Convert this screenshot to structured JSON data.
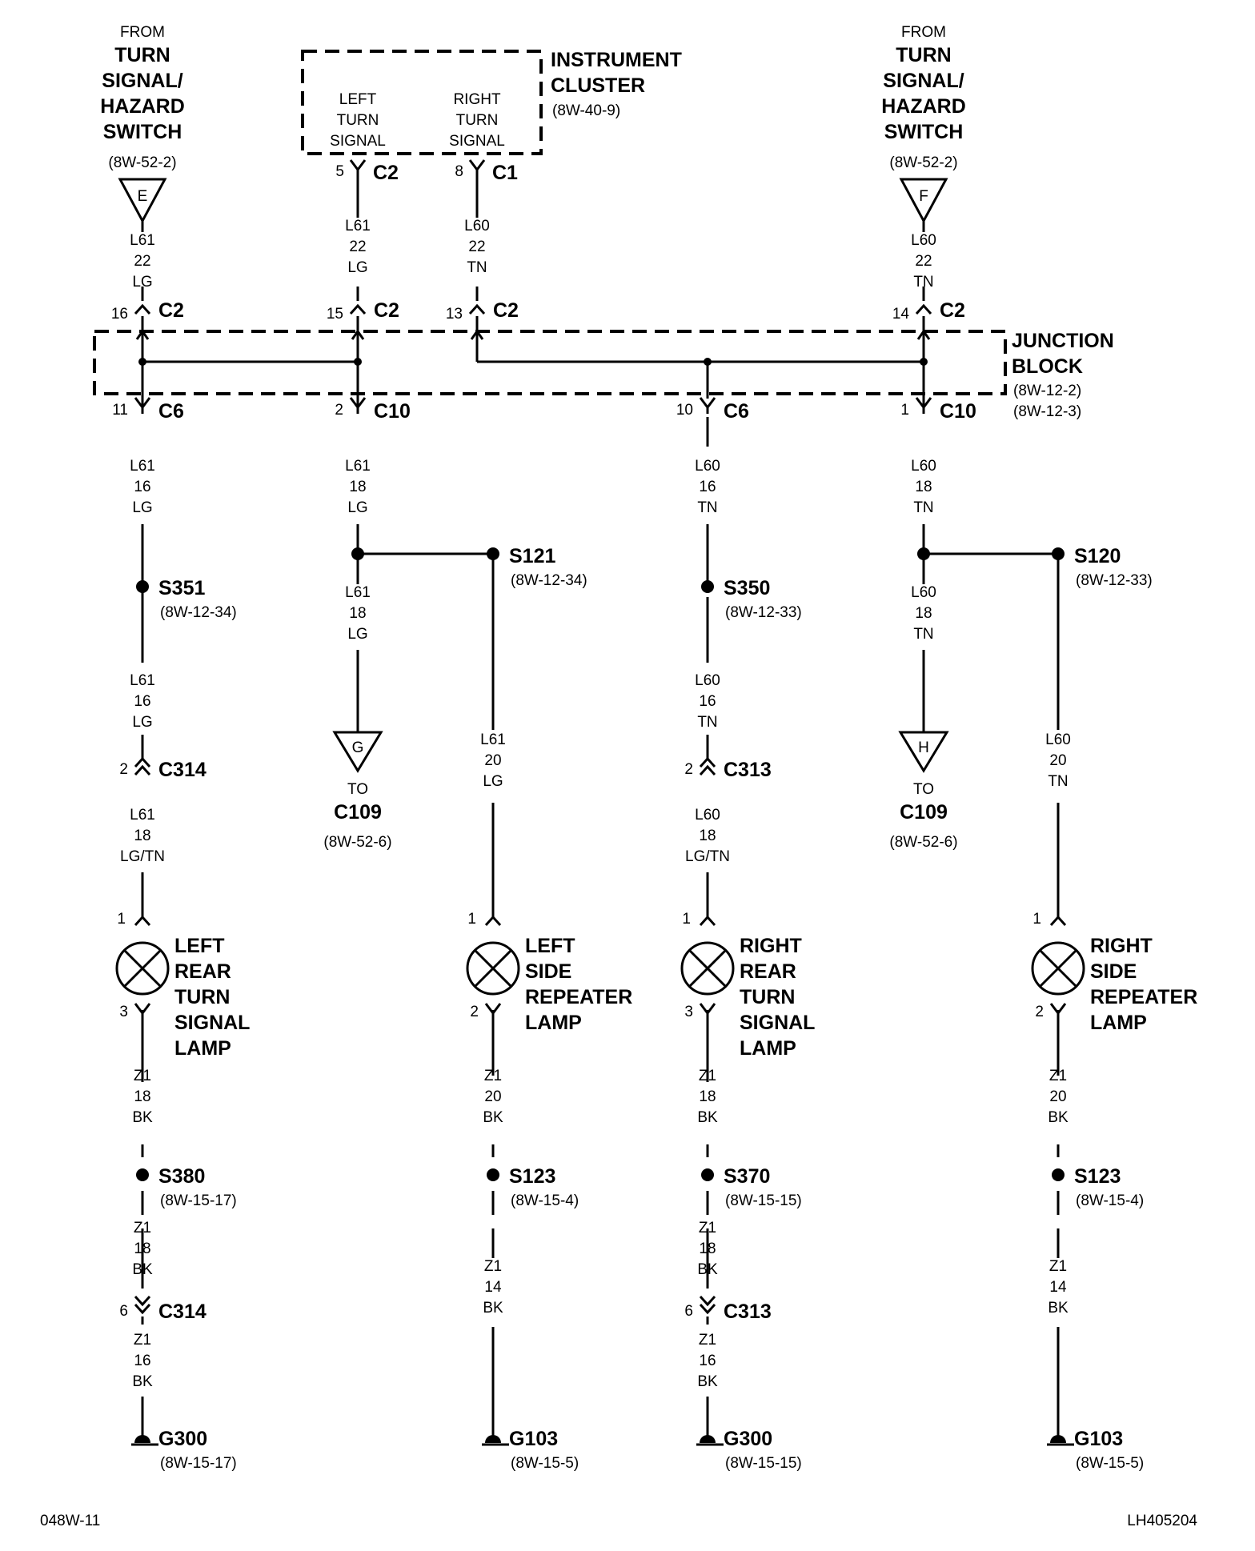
{
  "diagram": {
    "from_label": "FROM",
    "to_label": "TO",
    "page_code": "048W-11",
    "drawing_code": "LH405204",
    "switches": [
      {
        "name": [
          "TURN",
          "SIGNAL/",
          "HAZARD",
          "SWITCH"
        ],
        "ref": "(8W-52-2)",
        "letter": "E"
      },
      {
        "name": [
          "TURN",
          "SIGNAL/",
          "HAZARD",
          "SWITCH"
        ],
        "ref": "(8W-52-2)",
        "letter": "F"
      }
    ],
    "cluster": {
      "name": [
        "INSTRUMENT",
        "CLUSTER"
      ],
      "ref": "(8W-40-9)",
      "left": [
        "LEFT",
        "TURN",
        "SIGNAL"
      ],
      "right": [
        "RIGHT",
        "TURN",
        "SIGNAL"
      ],
      "left_pin": "5",
      "left_conn": "C2",
      "right_pin": "8",
      "right_conn": "C1"
    },
    "junction": {
      "name": [
        "JUNCTION",
        "BLOCK"
      ],
      "refs": [
        "(8W-12-2)",
        "(8W-12-3)"
      ],
      "top_pins": [
        {
          "pin": "16",
          "conn": "C2"
        },
        {
          "pin": "15",
          "conn": "C2"
        },
        {
          "pin": "13",
          "conn": "C2"
        },
        {
          "pin": "14",
          "conn": "C2"
        }
      ],
      "bottom_pins": [
        {
          "pin": "11",
          "conn": "C6"
        },
        {
          "pin": "2",
          "conn": "C10"
        },
        {
          "pin": "10",
          "conn": "C6"
        },
        {
          "pin": "1",
          "conn": "C10"
        }
      ]
    },
    "wires": {
      "w_e": [
        "L61",
        "22",
        "LG"
      ],
      "w_cl": [
        "L61",
        "22",
        "LG"
      ],
      "w_cr": [
        "L60",
        "22",
        "TN"
      ],
      "w_f": [
        "L60",
        "22",
        "TN"
      ],
      "w_a1": [
        "L61",
        "16",
        "LG"
      ],
      "w_a2": [
        "L61",
        "16",
        "LG"
      ],
      "w_a3": [
        "L61",
        "18",
        "LG/TN"
      ],
      "w_a4": [
        "Z1",
        "18",
        "BK"
      ],
      "w_a5": [
        "Z1",
        "18",
        "BK"
      ],
      "w_a6": [
        "Z1",
        "16",
        "BK"
      ],
      "w_b1": [
        "L61",
        "18",
        "LG"
      ],
      "w_b2": [
        "L61",
        "18",
        "LG"
      ],
      "w_c1": [
        "L61",
        "20",
        "LG"
      ],
      "w_c2": [
        "Z1",
        "20",
        "BK"
      ],
      "w_c3": [
        "Z1",
        "14",
        "BK"
      ],
      "w_d1": [
        "L60",
        "16",
        "TN"
      ],
      "w_d2": [
        "L60",
        "16",
        "TN"
      ],
      "w_d3": [
        "L60",
        "18",
        "LG/TN"
      ],
      "w_d4": [
        "Z1",
        "18",
        "BK"
      ],
      "w_d5": [
        "Z1",
        "18",
        "BK"
      ],
      "w_d6": [
        "Z1",
        "16",
        "BK"
      ],
      "w_e1": [
        "L60",
        "18",
        "TN"
      ],
      "w_e2": [
        "L60",
        "18",
        "TN"
      ],
      "w_f1": [
        "L60",
        "20",
        "TN"
      ],
      "w_f2": [
        "Z1",
        "20",
        "BK"
      ],
      "w_f3": [
        "Z1",
        "14",
        "BK"
      ]
    },
    "splices": {
      "s351": {
        "name": "S351",
        "ref": "(8W-12-34)"
      },
      "s121": {
        "name": "S121",
        "ref": "(8W-12-34)"
      },
      "s350": {
        "name": "S350",
        "ref": "(8W-12-33)"
      },
      "s120": {
        "name": "S120",
        "ref": "(8W-12-33)"
      },
      "s380": {
        "name": "S380",
        "ref": "(8W-15-17)"
      },
      "s123a": {
        "name": "S123",
        "ref": "(8W-15-4)"
      },
      "s370": {
        "name": "S370",
        "ref": "(8W-15-15)"
      },
      "s123b": {
        "name": "S123",
        "ref": "(8W-15-4)"
      }
    },
    "connectors": {
      "c314a": {
        "pin": "2",
        "name": "C314"
      },
      "c313a": {
        "pin": "2",
        "name": "C313"
      },
      "c314b": {
        "pin": "6",
        "name": "C314"
      },
      "c313b": {
        "pin": "6",
        "name": "C313"
      }
    },
    "offpage": {
      "g": {
        "letter": "G",
        "conn": "C109",
        "ref": "(8W-52-6)"
      },
      "h": {
        "letter": "H",
        "conn": "C109",
        "ref": "(8W-52-6)"
      }
    },
    "lamps": {
      "lrt": {
        "name": [
          "LEFT",
          "REAR",
          "TURN",
          "SIGNAL",
          "LAMP"
        ],
        "pin_in": "1",
        "pin_out": "3"
      },
      "lsr": {
        "name": [
          "LEFT",
          "SIDE",
          "REPEATER",
          "LAMP"
        ],
        "pin_in": "1",
        "pin_out": "2"
      },
      "rrt": {
        "name": [
          "RIGHT",
          "REAR",
          "TURN",
          "SIGNAL",
          "LAMP"
        ],
        "pin_in": "1",
        "pin_out": "3"
      },
      "rsr": {
        "name": [
          "RIGHT",
          "SIDE",
          "REPEATER",
          "LAMP"
        ],
        "pin_in": "1",
        "pin_out": "2"
      }
    },
    "grounds": {
      "g300a": {
        "name": "G300",
        "ref": "(8W-15-17)"
      },
      "g103a": {
        "name": "G103",
        "ref": "(8W-15-5)"
      },
      "g300b": {
        "name": "G300",
        "ref": "(8W-15-15)"
      },
      "g103b": {
        "name": "G103",
        "ref": "(8W-15-5)"
      }
    }
  }
}
